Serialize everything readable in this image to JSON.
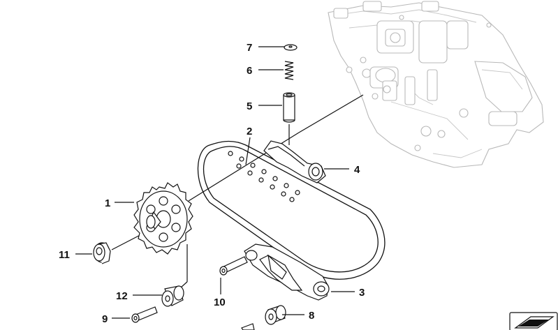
{
  "callouts": [
    {
      "id": "1",
      "label": "1"
    },
    {
      "id": "2",
      "label": "2"
    },
    {
      "id": "3",
      "label": "3"
    },
    {
      "id": "4",
      "label": "4"
    },
    {
      "id": "5",
      "label": "5"
    },
    {
      "id": "6",
      "label": "6"
    },
    {
      "id": "7",
      "label": "7"
    },
    {
      "id": "8",
      "label": "8"
    },
    {
      "id": "9",
      "label": "9"
    },
    {
      "id": "10",
      "label": "10"
    },
    {
      "id": "11",
      "label": "11"
    },
    {
      "id": "12",
      "label": "12"
    }
  ],
  "colors": {
    "line": "#111111",
    "ghost": "#b8b8b8",
    "background": "#ffffff"
  }
}
